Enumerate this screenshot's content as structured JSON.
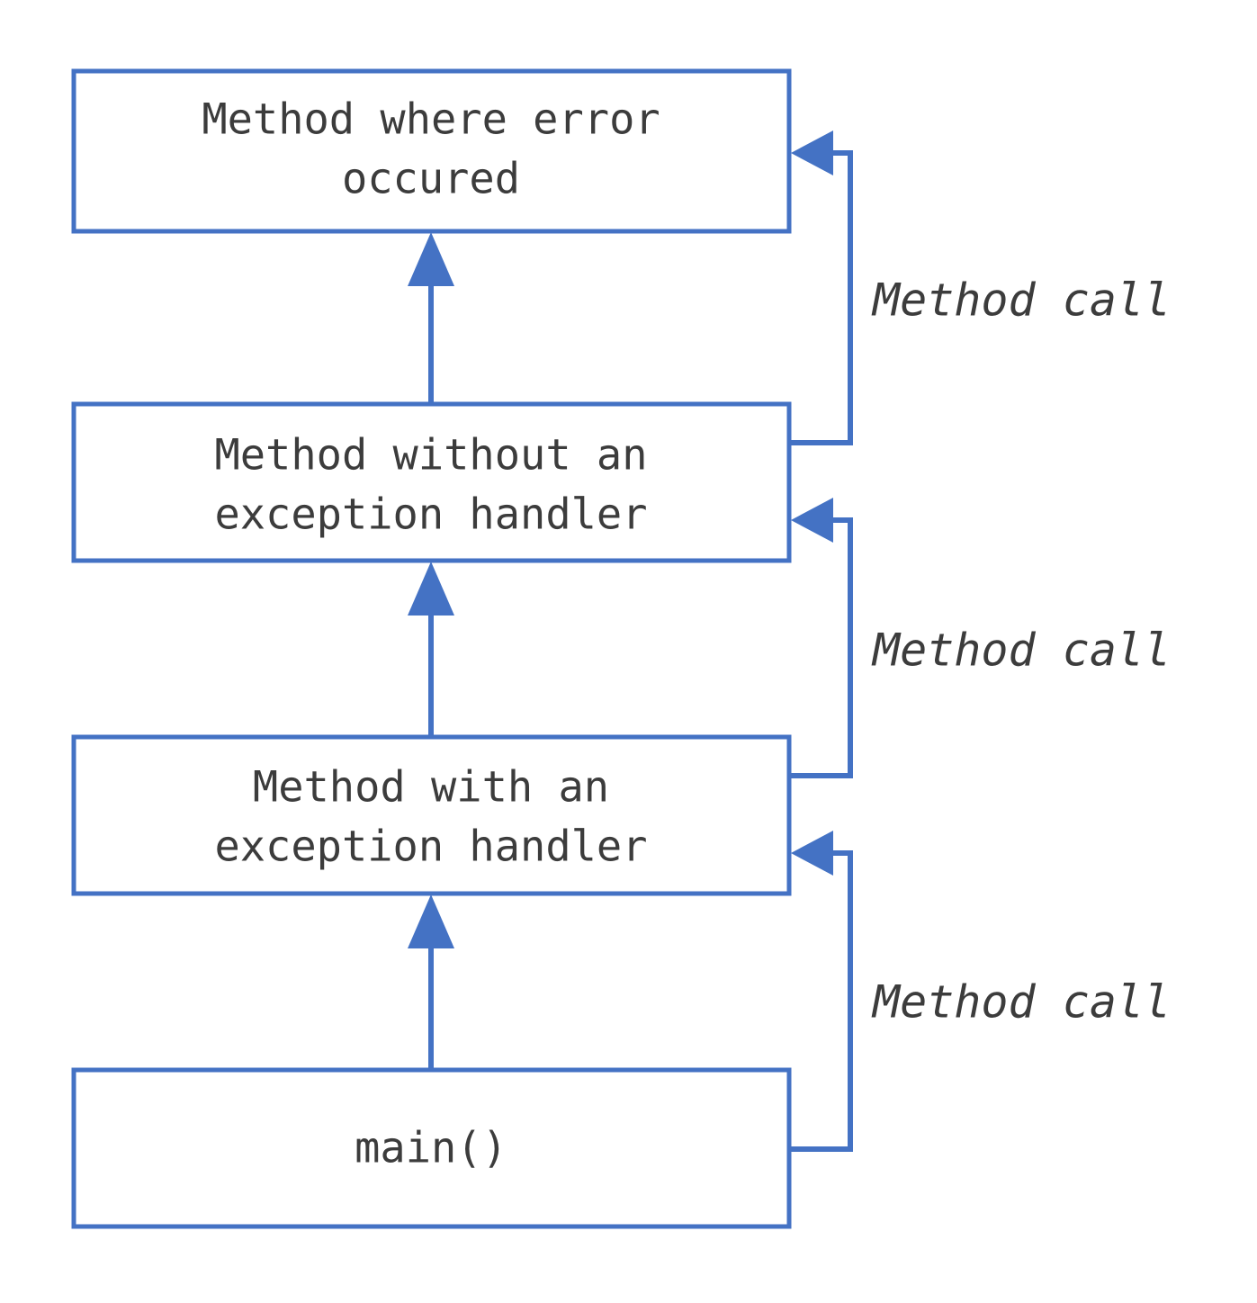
{
  "diagram": {
    "type": "call-stack-flow",
    "background_color": "#ffffff",
    "accent_color": "#4472C4",
    "text_color": "#3C3C3C",
    "nodes": [
      {
        "id": "error-method",
        "line1": "Method where error",
        "line2": "occured",
        "single_line": ""
      },
      {
        "id": "no-handler-method",
        "line1": "Method without an",
        "line2": "exception handler",
        "single_line": ""
      },
      {
        "id": "handler-method",
        "line1": "Method with an",
        "line2": "exception handler",
        "single_line": ""
      },
      {
        "id": "main-method",
        "line1": "",
        "line2": "",
        "single_line": "main()"
      }
    ],
    "edges": [
      {
        "id": "call-1",
        "label": "Method call",
        "from": "no-handler-method",
        "to": "error-method"
      },
      {
        "id": "call-2",
        "label": "Method call",
        "from": "handler-method",
        "to": "no-handler-method"
      },
      {
        "id": "call-3",
        "label": "Method call",
        "from": "main-method",
        "to": "handler-method"
      }
    ],
    "propagation_arrows": [
      {
        "id": "prop-1",
        "from": "no-handler-method",
        "to": "error-method"
      },
      {
        "id": "prop-2",
        "from": "handler-method",
        "to": "no-handler-method"
      },
      {
        "id": "prop-3",
        "from": "main-method",
        "to": "handler-method"
      }
    ]
  }
}
